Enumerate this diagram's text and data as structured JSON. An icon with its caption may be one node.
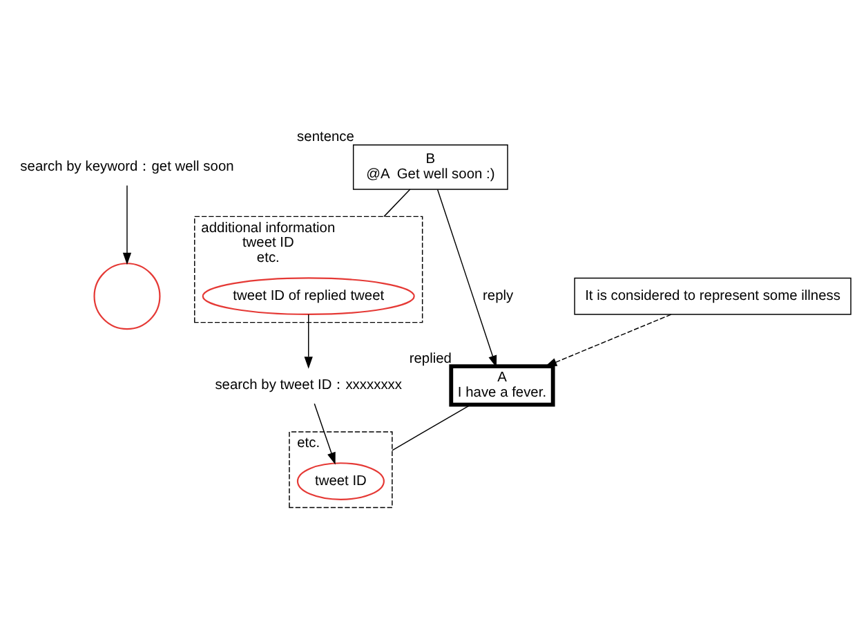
{
  "diagram": {
    "nodes": [
      {
        "text": [
          "search by keyword：get well soon"
        ]
      },
      {
        "text": [
          "B",
          "@A  Get well soon :)"
        ],
        "beside": [
          "sentence"
        ]
      },
      {
        "text": [],
        "shape": "circle"
      },
      {
        "text": [
          "additional information",
          "tweet ID",
          "etc."
        ]
      },
      {
        "text": [
          "tweet ID of replied tweet"
        ],
        "in": 3
      },
      {
        "text": [
          "search by tweet ID：xxxxxxxx"
        ]
      },
      {
        "text": [
          "A",
          "I have a fever."
        ],
        "beside": [
          "replied"
        ]
      },
      {
        "text": [
          "etc."
        ]
      },
      {
        "text": [
          "tweet ID"
        ],
        "in": 7
      },
      {
        "text": [
          "It is considered to represent some illness"
        ]
      }
    ],
    "edges": [
      {
        "from": 0,
        "to": 2,
        "arrow": "to"
      },
      {
        "from": 1,
        "to": 3,
        "arrow": "none"
      },
      {
        "from": 4,
        "to": 5,
        "arrow": "to"
      },
      {
        "from": 5,
        "to": 8,
        "arrow": "to"
      },
      {
        "from": 1,
        "to": 6,
        "arrow": "to",
        "label": "reply"
      },
      {
        "from": 6,
        "to": 7,
        "arrow": "none"
      },
      {
        "from": 9,
        "to": 6,
        "arrow": "to",
        "style": "dashed"
      }
    ]
  }
}
